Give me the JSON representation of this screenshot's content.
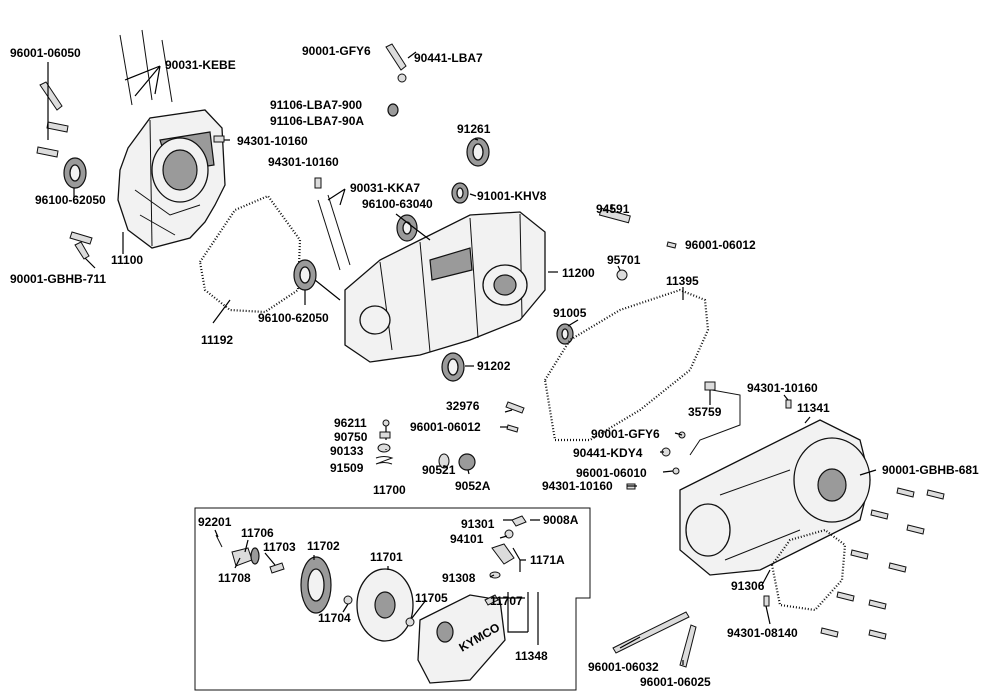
{
  "labels": {
    "l_96001_06050_a": "96001-06050",
    "l_90031_kebe": "90031-KEBE",
    "l_90001_gfy6_a": "90001-GFY6",
    "l_90441_lba7_a": "90441-LBA7",
    "l_91106_lba7_900": "91106-LBA7-900",
    "l_91106_lba7_90a": "91106-LBA7-90A",
    "l_94301_10160_a": "94301-10160",
    "l_91261": "91261",
    "l_94301_10160_b": "94301-10160",
    "l_90031_kka7": "90031-KKA7",
    "l_91001_khv8": "91001-KHV8",
    "l_96100_63040": "96100-63040",
    "l_96100_62050_a": "96100-62050",
    "l_94591": "94591",
    "l_96001_06012_a": "96001-06012",
    "l_11100": "11100",
    "l_11200": "11200",
    "l_95701": "95701",
    "l_90001_gbhb_711": "90001-GBHB-711",
    "l_11395": "11395",
    "l_96100_62050_b": "96100-62050",
    "l_91005": "91005",
    "l_11192": "11192",
    "l_91202": "91202",
    "l_94301_10160_c": "94301-10160",
    "l_32976": "32976",
    "l_11341": "11341",
    "l_35759": "35759",
    "l_96211": "96211",
    "l_90750": "90750",
    "l_96001_06012_b": "96001-06012",
    "l_90001_gfy6_b": "90001-GFY6",
    "l_90133": "90133",
    "l_90441_kdy4": "90441-KDY4",
    "l_90001_gbhb_681": "90001-GBHB-681",
    "l_91509": "91509",
    "l_90521": "90521",
    "l_96001_06010": "96001-06010",
    "l_9052a": "9052A",
    "l_94301_10160_d": "94301-10160",
    "l_11700": "11700",
    "l_92201": "92201",
    "l_91301": "91301",
    "l_9008a": "9008A",
    "l_11706": "11706",
    "l_11702": "11702",
    "l_94101": "94101",
    "l_11703": "11703",
    "l_11701": "11701",
    "l_1171a": "1171A",
    "l_11708": "11708",
    "l_91308": "91308",
    "l_91306": "91306",
    "l_11705": "11705",
    "l_11707": "11707",
    "l_11704": "11704",
    "l_94301_08140": "94301-08140",
    "l_11348": "11348",
    "l_96001_06032": "96001-06032",
    "l_96001_06025": "96001-06025"
  },
  "cover_logo_text": "KYMCO",
  "colors": {
    "ink": "#111111",
    "part_fill": "#f2f2f2",
    "shade": "#9a9a9a",
    "background": "#ffffff"
  }
}
